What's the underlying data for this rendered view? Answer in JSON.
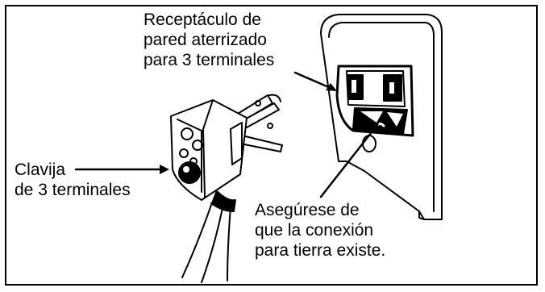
{
  "figure": {
    "labels": {
      "receptacle": [
        "Receptáculo de",
        "pared aterrizado",
        "para 3 terminales"
      ],
      "plug": [
        "Clavija",
        "de 3 terminales"
      ],
      "ground_check": [
        "Asegúrese de",
        "que la conexión",
        "para tierra existe."
      ]
    },
    "icons": {
      "plug": "three-prong-plug-icon",
      "outlet": "grounded-wall-receptacle-icon"
    },
    "colors": {
      "ink": "#000000",
      "paper": "#ffffff"
    }
  }
}
